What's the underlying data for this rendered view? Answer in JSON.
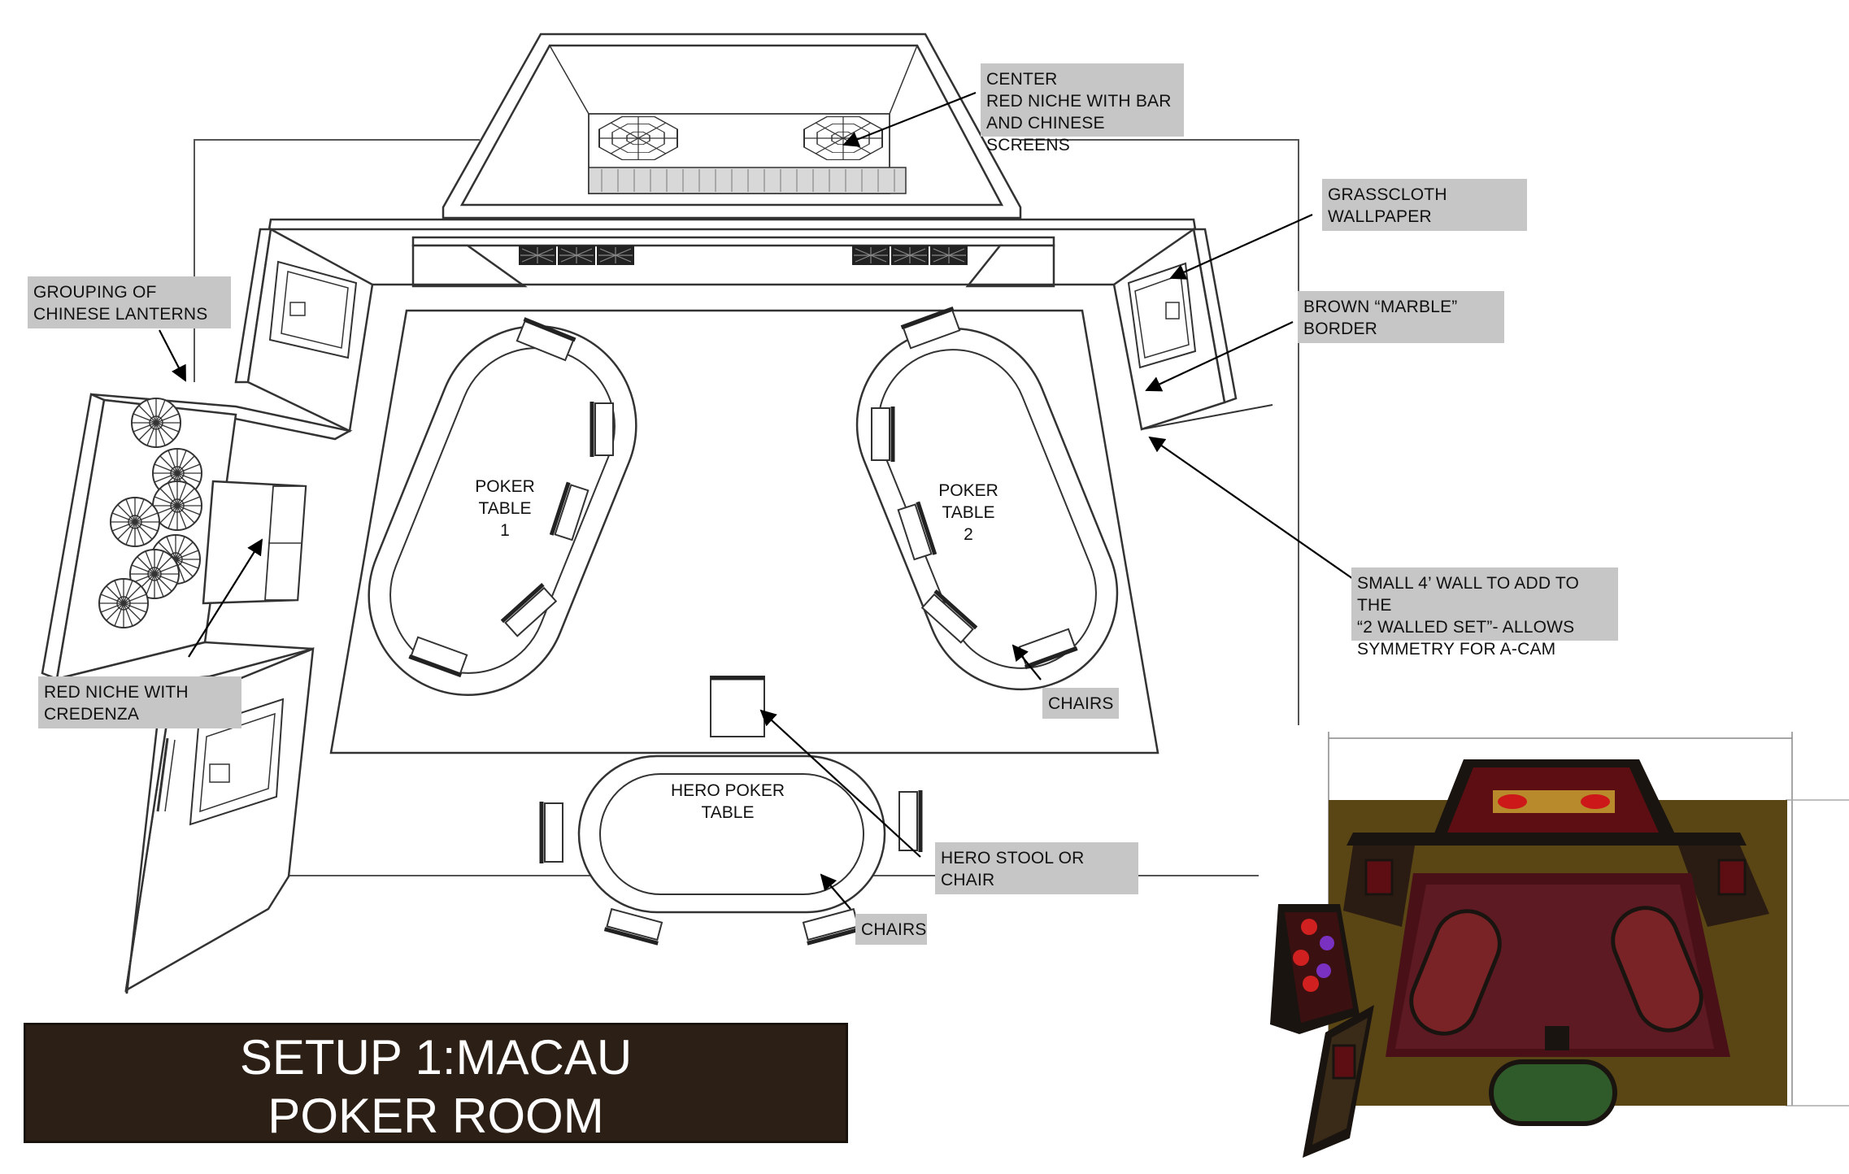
{
  "title": {
    "line1": "SETUP 1:MACAU",
    "line2": "POKER ROOM"
  },
  "tables": {
    "table1": "POKER\nTABLE\n1",
    "table2": "POKER\nTABLE\n2",
    "hero": "HERO POKER\nTABLE"
  },
  "callouts": {
    "center_niche": "CENTER\nRED NICHE WITH BAR\nAND CHINESE SCREENS",
    "grasscloth": "GRASSCLOTH\nWALLPAPER",
    "marble": "BROWN “MARBLE”\nBORDER",
    "lanterns": "GROUPING OF\nCHINESE LANTERNS",
    "small_wall": "SMALL 4’ WALL TO ADD TO THE\n“2 WALLED SET”- ALLOWS\nSYMMETRY FOR A-CAM",
    "credenza": "RED NICHE WITH\nCREDENZA",
    "chairs_right": "CHAIRS",
    "hero_stool": "HERO STOOL OR\nCHAIR",
    "chairs_bottom": "CHAIRS"
  },
  "colors": {
    "title_bg": "#2c1f16",
    "callout_bg": "#c6c6c6",
    "render_floor": "#5a4514",
    "render_rug": "#5e1a22",
    "render_niche": "#5c0e12",
    "render_table": "#7a2326",
    "render_hero_table": "#2f5a2a",
    "render_wall": "#1a1410"
  }
}
